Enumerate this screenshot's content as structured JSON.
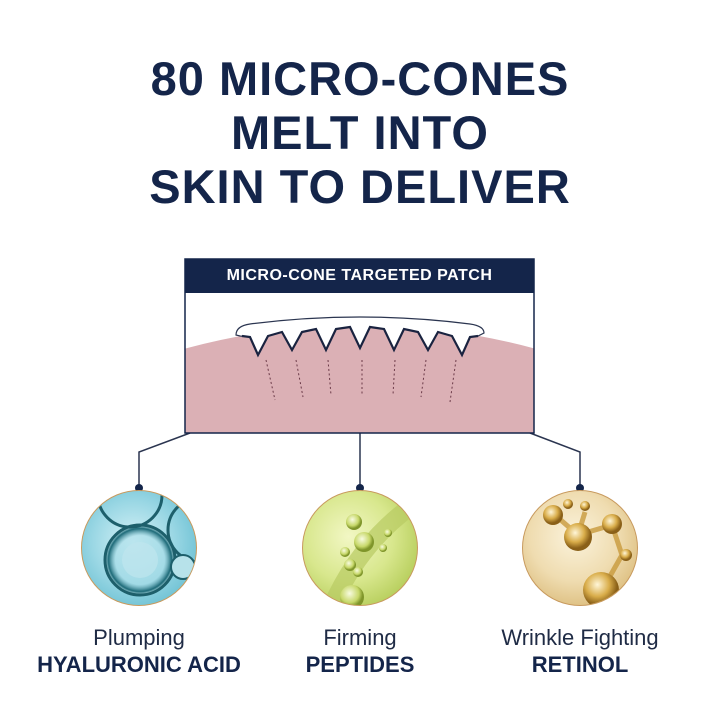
{
  "headline": {
    "lines": [
      "80 MICRO-CONES",
      "MELT INTO",
      "SKIN TO DELIVER"
    ]
  },
  "patch": {
    "title": "MICRO-CONE TARGETED PATCH",
    "cone_count_shown": 7
  },
  "ingredients": [
    {
      "benefit": "Plumping",
      "name": "HYALURONIC ACID",
      "image": "blue-bubbles-image",
      "color": "#8fd3e0"
    },
    {
      "benefit": "Firming",
      "name": "PEPTIDES",
      "image": "green-oil-bubbles-image",
      "color": "#d4e48a"
    },
    {
      "benefit": "Wrinkle Fighting",
      "name": "RETINOL",
      "image": "gold-molecule-image",
      "color": "#e8cf8f"
    }
  ],
  "colors": {
    "navy": "#14254a",
    "skin": "#dbb0b5",
    "ring": "#c89a5e"
  }
}
